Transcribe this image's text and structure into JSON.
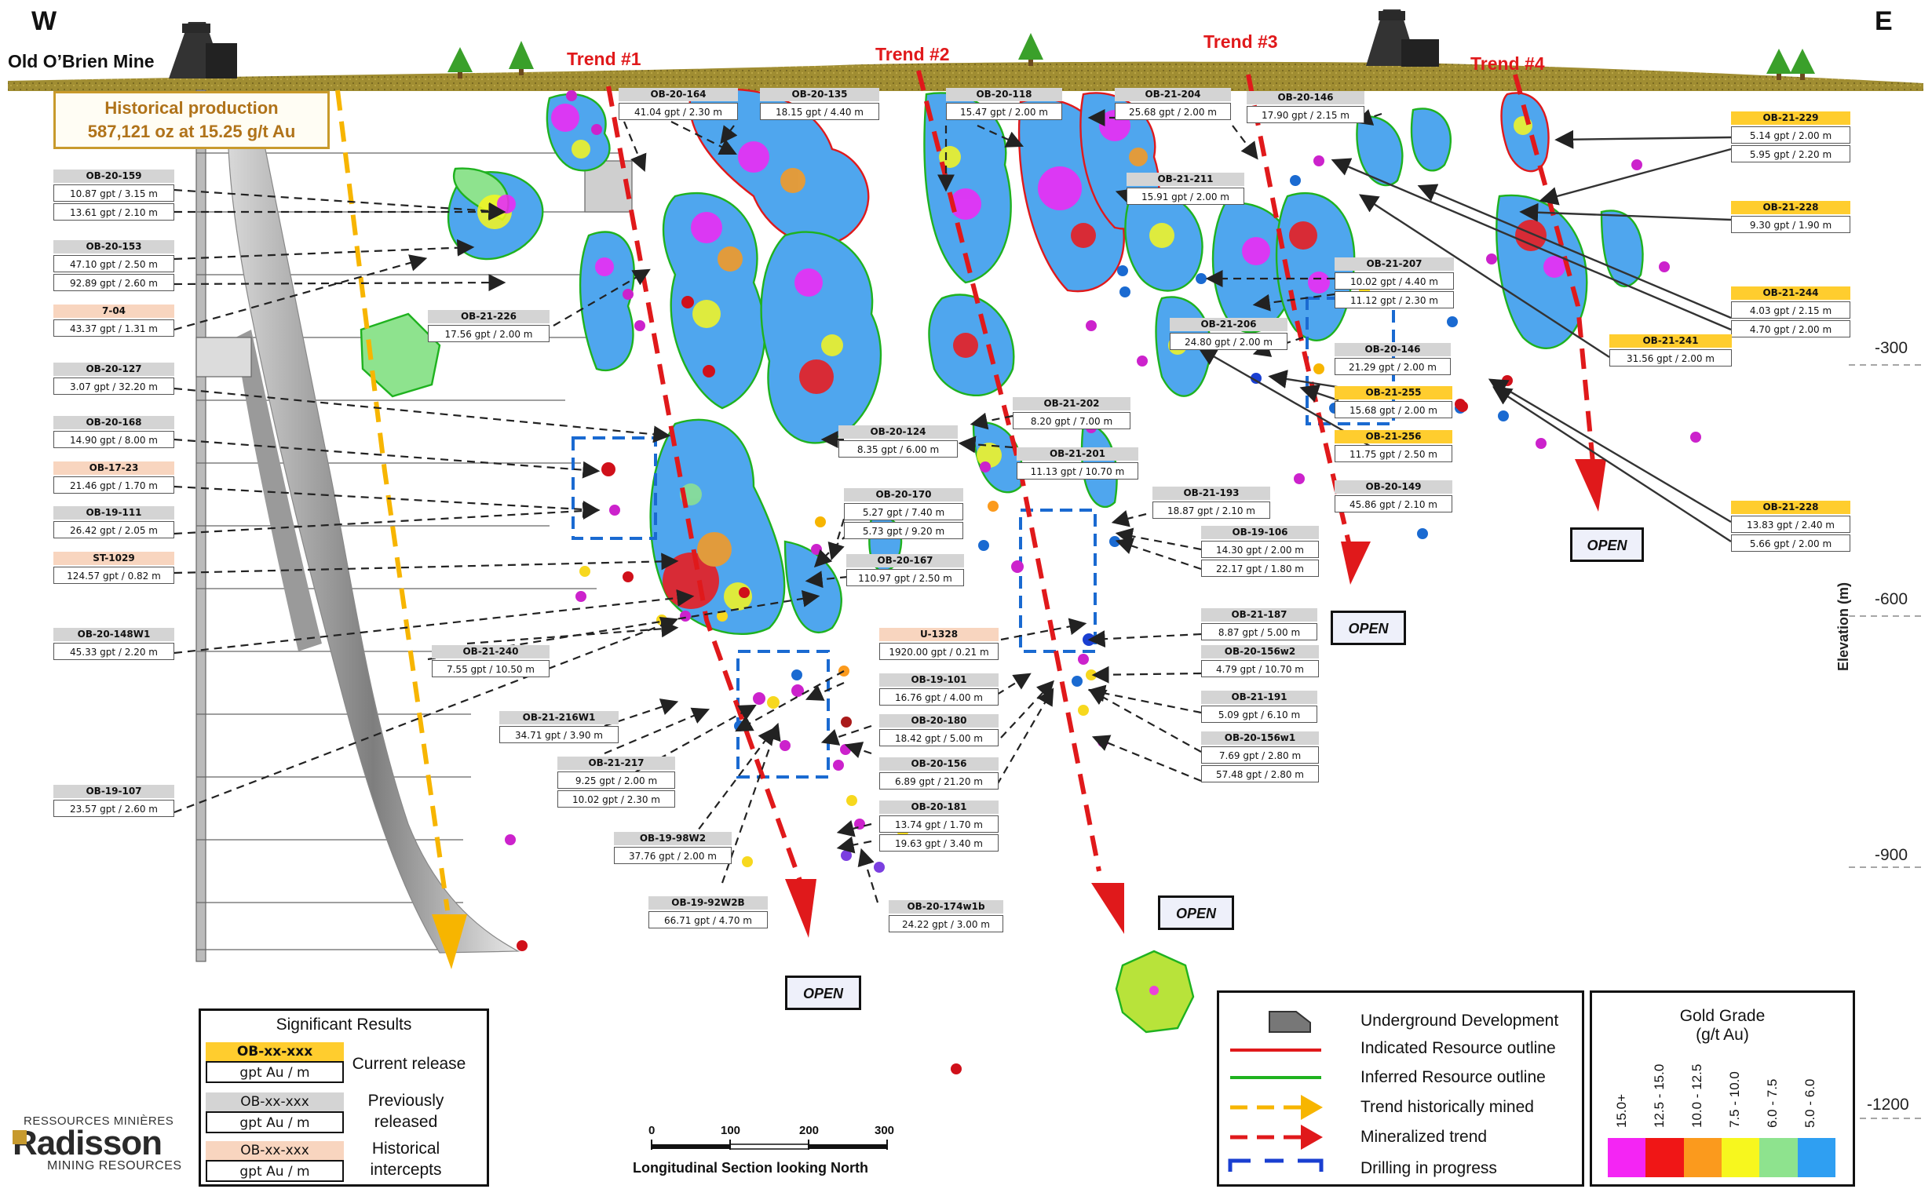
{
  "compass": {
    "west": "W",
    "east": "E"
  },
  "mine_label": "Old O’Brien Mine",
  "historical_production": {
    "line1": "Historical production",
    "line2": "587,121 oz at 15.25 g/t Au"
  },
  "trends": [
    "Trend #1",
    "Trend #2",
    "Trend #3",
    "Trend #4"
  ],
  "elevation": {
    "axis_label": "Elevation (m)",
    "ticks": [
      "-300",
      "-600",
      "-900",
      "-1200"
    ]
  },
  "open_labels": [
    "OPEN",
    "OPEN",
    "OPEN",
    "OPEN"
  ],
  "callouts": [
    {
      "id": "OB-20-159",
      "kind": "previous",
      "rows": [
        "10.87 gpt / 3.15 m",
        "13.61 gpt / 2.10 m"
      ]
    },
    {
      "id": "OB-20-153",
      "kind": "previous",
      "rows": [
        "47.10 gpt / 2.50 m",
        "92.89 gpt / 2.60 m"
      ]
    },
    {
      "id": "7-04",
      "kind": "historical",
      "rows": [
        "43.37 gpt / 1.31 m"
      ]
    },
    {
      "id": "OB-20-127",
      "kind": "previous",
      "rows": [
        "3.07 gpt / 32.20 m"
      ]
    },
    {
      "id": "OB-20-168",
      "kind": "previous",
      "rows": [
        "14.90 gpt / 8.00 m"
      ]
    },
    {
      "id": "OB-17-23",
      "kind": "historical",
      "rows": [
        "21.46 gpt / 1.70 m"
      ]
    },
    {
      "id": "OB-19-111",
      "kind": "previous",
      "rows": [
        "26.42 gpt / 2.05 m"
      ]
    },
    {
      "id": "ST-1029",
      "kind": "historical",
      "rows": [
        "124.57 gpt / 0.82 m"
      ]
    },
    {
      "id": "OB-20-148W1",
      "kind": "previous",
      "rows": [
        "45.33 gpt / 2.20 m"
      ]
    },
    {
      "id": "OB-19-107",
      "kind": "previous",
      "rows": [
        "23.57 gpt / 2.60 m"
      ]
    },
    {
      "id": "OB-20-164",
      "kind": "previous",
      "rows": [
        "41.04 gpt / 2.30 m"
      ]
    },
    {
      "id": "OB-20-135",
      "kind": "previous",
      "rows": [
        "18.15 gpt / 4.40 m"
      ]
    },
    {
      "id": "OB-20-118",
      "kind": "previous",
      "rows": [
        "15.47 gpt / 2.00 m"
      ]
    },
    {
      "id": "OB-21-204",
      "kind": "previous",
      "rows": [
        "25.68 gpt / 2.00 m"
      ]
    },
    {
      "id": "OB-20-146",
      "kind": "previous",
      "rows": [
        "17.90 gpt / 2.15 m"
      ]
    },
    {
      "id": "OB-21-211",
      "kind": "previous",
      "rows": [
        "15.91 gpt / 2.00 m"
      ]
    },
    {
      "id": "OB-21-226",
      "kind": "previous",
      "rows": [
        "17.56 gpt / 2.00 m"
      ]
    },
    {
      "id": "OB-21-207",
      "kind": "previous",
      "rows": [
        "10.02 gpt / 4.40 m",
        "11.12 gpt / 2.30 m"
      ]
    },
    {
      "id": "OB-21-206",
      "kind": "previous",
      "rows": [
        "24.80 gpt / 2.00 m"
      ]
    },
    {
      "id": "OB-20-146",
      "kind": "previous",
      "rows": [
        "21.29 gpt / 2.00 m"
      ]
    },
    {
      "id": "OB-21-255",
      "kind": "current",
      "rows": [
        "15.68 gpt / 2.00 m"
      ]
    },
    {
      "id": "OB-21-256",
      "kind": "current",
      "rows": [
        "11.75 gpt / 2.50 m"
      ]
    },
    {
      "id": "OB-20-149",
      "kind": "previous",
      "rows": [
        "45.86 gpt / 2.10 m"
      ]
    },
    {
      "id": "OB-21-202",
      "kind": "previous",
      "rows": [
        "8.20 gpt / 7.00 m"
      ]
    },
    {
      "id": "OB-20-124",
      "kind": "previous",
      "rows": [
        "8.35 gpt / 6.00 m"
      ]
    },
    {
      "id": "OB-21-201",
      "kind": "previous",
      "rows": [
        "11.13 gpt / 10.70 m"
      ]
    },
    {
      "id": "OB-21-193",
      "kind": "previous",
      "rows": [
        "18.87 gpt / 2.10 m"
      ]
    },
    {
      "id": "OB-20-170",
      "kind": "previous",
      "rows": [
        "5.27 gpt / 7.40 m",
        "5.73 gpt / 9.20 m"
      ]
    },
    {
      "id": "OB-19-106",
      "kind": "previous",
      "rows": [
        "14.30 gpt / 2.00 m",
        "22.17 gpt / 1.80 m"
      ]
    },
    {
      "id": "OB-20-167",
      "kind": "previous",
      "rows": [
        "110.97 gpt / 2.50 m"
      ]
    },
    {
      "id": "U-1328",
      "kind": "historical",
      "rows": [
        "1920.00 gpt / 0.21 m"
      ]
    },
    {
      "id": "OB-21-240",
      "kind": "previous",
      "rows": [
        "7.55 gpt / 10.50 m"
      ]
    },
    {
      "id": "OB-21-187",
      "kind": "previous",
      "rows": [
        "8.87 gpt / 5.00 m"
      ]
    },
    {
      "id": "OB-20-156w2",
      "kind": "previous",
      "rows": [
        "4.79 gpt / 10.70 m"
      ]
    },
    {
      "id": "OB-19-101",
      "kind": "previous",
      "rows": [
        "16.76 gpt / 4.00 m"
      ]
    },
    {
      "id": "OB-21-191",
      "kind": "previous",
      "rows": [
        "5.09 gpt / 6.10 m"
      ]
    },
    {
      "id": "OB-21-216W1",
      "kind": "previous",
      "rows": [
        "34.71 gpt / 3.90 m"
      ]
    },
    {
      "id": "OB-20-180",
      "kind": "previous",
      "rows": [
        "18.42 gpt / 5.00 m"
      ]
    },
    {
      "id": "OB-20-156w1",
      "kind": "previous",
      "rows": [
        "7.69 gpt / 2.80 m",
        "57.48 gpt / 2.80 m"
      ]
    },
    {
      "id": "OB-21-217",
      "kind": "previous",
      "rows": [
        "9.25 gpt / 2.00 m",
        "10.02 gpt / 2.30 m"
      ]
    },
    {
      "id": "OB-20-156",
      "kind": "previous",
      "rows": [
        "6.89 gpt / 21.20 m"
      ]
    },
    {
      "id": "OB-20-181",
      "kind": "previous",
      "rows": [
        "13.74 gpt / 1.70 m",
        "19.63 gpt / 3.40 m"
      ]
    },
    {
      "id": "OB-19-98W2",
      "kind": "previous",
      "rows": [
        "37.76 gpt / 2.00 m"
      ]
    },
    {
      "id": "OB-19-92W2B",
      "kind": "previous",
      "rows": [
        "66.71 gpt / 4.70 m"
      ]
    },
    {
      "id": "OB-20-174w1b",
      "kind": "previous",
      "rows": [
        "24.22 gpt / 3.00 m"
      ]
    },
    {
      "id": "OB-21-229",
      "kind": "current",
      "rows": [
        "5.14 gpt / 2.00 m",
        "5.95 gpt / 2.20 m"
      ]
    },
    {
      "id": "OB-21-228",
      "kind": "current",
      "rows": [
        "9.30 gpt / 1.90 m"
      ]
    },
    {
      "id": "OB-21-244",
      "kind": "current",
      "rows": [
        "4.03 gpt / 2.15 m",
        "4.70 gpt / 2.00 m"
      ]
    },
    {
      "id": "OB-21-241",
      "kind": "current",
      "rows": [
        "31.56 gpt / 2.00 m"
      ]
    },
    {
      "id": "OB-21-228",
      "kind": "current",
      "rows": [
        "13.83 gpt / 2.40 m",
        "5.66 gpt / 2.00 m"
      ]
    }
  ],
  "significant_results": {
    "title": "Significant Results",
    "entries": [
      {
        "code": "OB-xx-xxx",
        "unit": "gpt Au / m",
        "desc": "Current release",
        "color": "#ffcd2e"
      },
      {
        "code": "OB-xx-xxx",
        "unit": "gpt Au / m",
        "desc": "Previously released",
        "color": "#d4d4d4"
      },
      {
        "code": "OB-xx-xxx",
        "unit": "gpt Au / m",
        "desc": "Historical intercepts",
        "color": "#f8d5bf"
      }
    ]
  },
  "legend": {
    "items": [
      {
        "label": "Underground Development",
        "icon": "underground-development-icon"
      },
      {
        "label": "Indicated Resource outline",
        "icon": "red-line-icon",
        "color": "#e0191b"
      },
      {
        "label": "Inferred Resource outline",
        "icon": "green-line-icon",
        "color": "#1fb21f"
      },
      {
        "label": "Trend historically mined",
        "icon": "yellow-dashed-arrow-icon",
        "color": "#f7b500"
      },
      {
        "label": "Mineralized trend",
        "icon": "red-dashed-arrow-icon",
        "color": "#e0191b"
      },
      {
        "label": "Drilling in progress",
        "icon": "blue-dashed-box-icon",
        "color": "#1a3fd1"
      }
    ]
  },
  "gold_grade": {
    "title_line1": "Gold Grade",
    "title_line2": "(g/t Au)",
    "classes": [
      {
        "label": "15.0+",
        "color": "#f425f4"
      },
      {
        "label": "12.5 - 15.0",
        "color": "#f01616"
      },
      {
        "label": "10.0 - 12.5",
        "color": "#fb9a1d"
      },
      {
        "label": "7.5 - 10.0",
        "color": "#f7f71e"
      },
      {
        "label": "6.0 - 7.5",
        "color": "#8ee38e"
      },
      {
        "label": "5.0 - 6.0",
        "color": "#2f9ff2"
      }
    ]
  },
  "scale_bar": {
    "ticks": [
      "0",
      "100",
      "200",
      "300"
    ]
  },
  "section_title": "Longitudinal Section looking North",
  "logo": {
    "top": "RESSOURCES MINIÈRES",
    "main": "Radisson",
    "bottom": "MINING RESOURCES"
  }
}
